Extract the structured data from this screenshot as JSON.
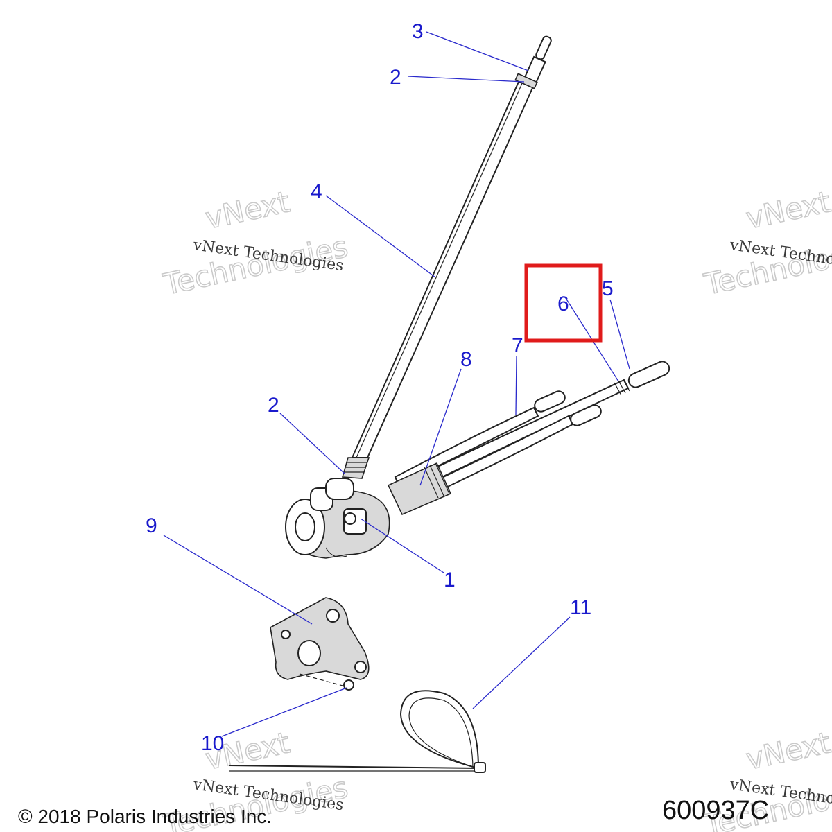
{
  "callouts": {
    "c1": "1",
    "c2a": "2",
    "c2b": "2",
    "c3": "3",
    "c4": "4",
    "c5": "5",
    "c6": "6",
    "c7": "7",
    "c8": "8",
    "c9": "9",
    "c10": "10",
    "c11": "11"
  },
  "watermark": {
    "line1": "vNext Technologies",
    "big1": "vNext",
    "big2": "Technologies"
  },
  "footer": {
    "copyright": "© 2018 Polaris Industries Inc.",
    "diagram_id": "600937C"
  },
  "colors": {
    "callout_text": "#1a1acc",
    "highlight_box": "#e01b1b",
    "line_art": "#222222"
  }
}
